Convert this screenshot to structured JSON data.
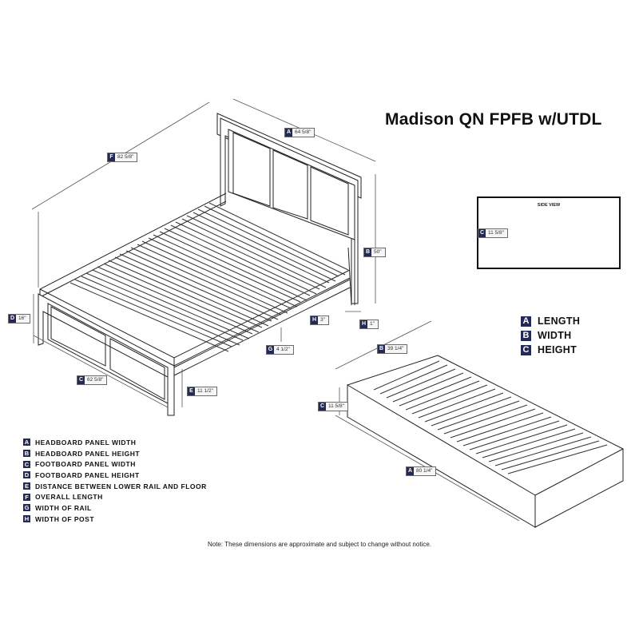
{
  "title": "Madison QN FPFB w/UTDL",
  "side_view_label": "SIDE VIEW",
  "note": "Note: These dimensions are approximate and subject to change without notice.",
  "dimension_legend": [
    {
      "letter": "A",
      "label": "LENGTH"
    },
    {
      "letter": "B",
      "label": "WIDTH"
    },
    {
      "letter": "C",
      "label": "HEIGHT"
    }
  ],
  "parts_legend": [
    {
      "letter": "A",
      "label": "HEADBOARD PANEL WIDTH"
    },
    {
      "letter": "B",
      "label": "HEADBOARD PANEL HEIGHT"
    },
    {
      "letter": "C",
      "label": "FOOTBOARD PANEL WIDTH"
    },
    {
      "letter": "D",
      "label": "FOOTBOARD PANEL HEIGHT"
    },
    {
      "letter": "E",
      "label": "DISTANCE BETWEEN LOWER RAIL AND FLOOR"
    },
    {
      "letter": "F",
      "label": "OVERALL LENGTH"
    },
    {
      "letter": "G",
      "label": "WIDTH OF RAIL"
    },
    {
      "letter": "H",
      "label": "WIDTH OF POST"
    }
  ],
  "bed_dims": {
    "A": {
      "letter": "A",
      "value": "64 5/8\""
    },
    "B": {
      "letter": "B",
      "value": "50\""
    },
    "C": {
      "letter": "C",
      "value": "62 5/8\""
    },
    "D": {
      "letter": "D",
      "value": "16\""
    },
    "E": {
      "letter": "E",
      "value": "11 1/2\""
    },
    "F": {
      "letter": "F",
      "value": "82 5/8\""
    },
    "G": {
      "letter": "G",
      "value": "4 1/2\""
    },
    "H1": {
      "letter": "H",
      "value": "3\""
    },
    "H2": {
      "letter": "H",
      "value": "1\""
    }
  },
  "trundle_dims": {
    "A": {
      "letter": "A",
      "value": "80 1/4\""
    },
    "B": {
      "letter": "B",
      "value": "39 1/4\""
    },
    "C": {
      "letter": "C",
      "value": "11 5/8\""
    }
  },
  "side_view_dims": {
    "C": {
      "letter": "C",
      "value": "11 5/8\""
    }
  }
}
